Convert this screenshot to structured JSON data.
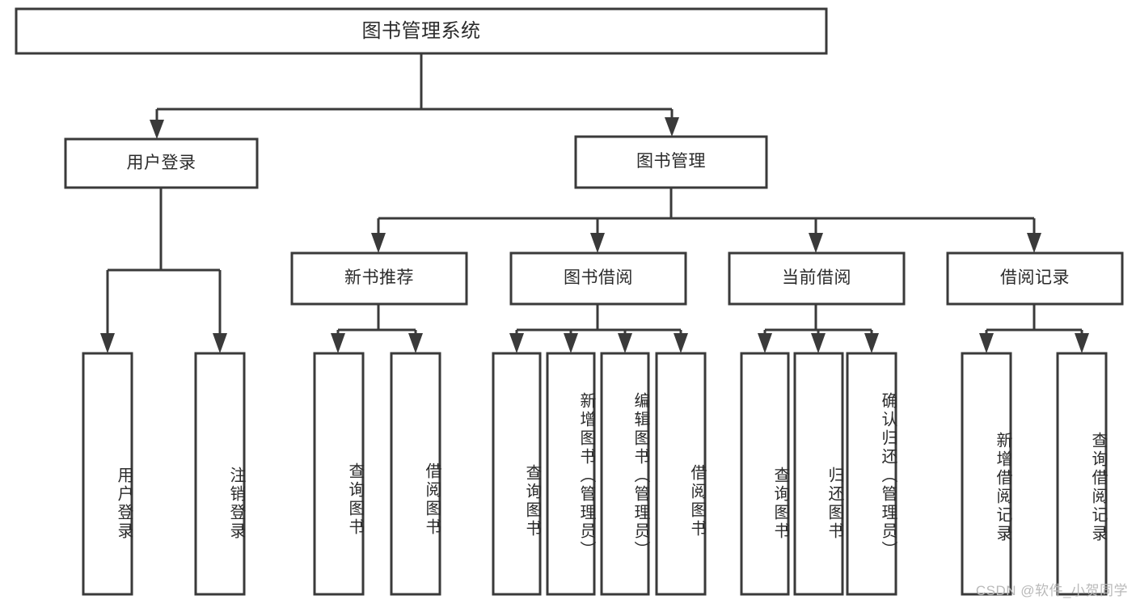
{
  "diagram": {
    "title": "图书管理系统",
    "watermark": "CSDN @软件_小贺同学",
    "stroke_color": "#3a3a3a",
    "fill_color": "#ffffff",
    "text_color": "#2b2b2b",
    "nodes": {
      "root": "图书管理系统",
      "level2": {
        "user_login": "用户登录",
        "book_manage": "图书管理"
      },
      "level3": {
        "new_book_rec": "新书推荐",
        "book_borrow": "图书借阅",
        "current_borrow": "当前借阅",
        "borrow_record": "借阅记录"
      },
      "leaves": {
        "login_1": "用户登录",
        "login_2": "注销登录",
        "newbook_1": "查询图书",
        "newbook_2": "借阅图书",
        "borrow_1": "查询图书",
        "borrow_2": "新增图书（管理员）",
        "borrow_3": "编辑图书（管理员）",
        "borrow_4": "借阅图书",
        "current_1": "查询图书",
        "current_2": "归还图书",
        "current_3": "确认归还（管理员）",
        "record_1": "新增借阅记录",
        "record_2": "查询借阅记录"
      }
    }
  }
}
